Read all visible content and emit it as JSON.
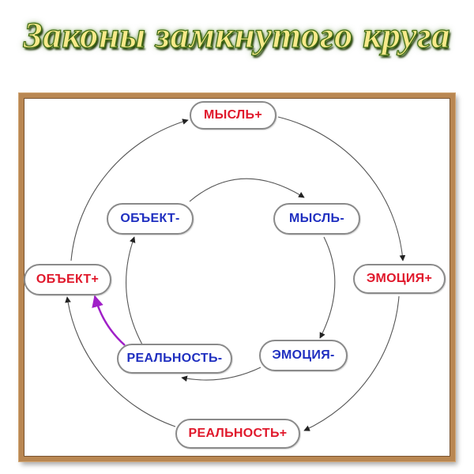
{
  "title": "Законы замкнутого круга",
  "colors": {
    "positive": "#e0182b",
    "negative": "#1f2fc0",
    "frame": "#b98752",
    "highlight_arrow": "#a020c8"
  },
  "outer_cycle": [
    {
      "id": "thought_pos",
      "label": "МЫСЛЬ+"
    },
    {
      "id": "emotion_pos",
      "label": "ЭМОЦИЯ+"
    },
    {
      "id": "reality_pos",
      "label": "РЕАЛЬНОСТЬ+"
    },
    {
      "id": "object_pos",
      "label": "ОБЪЕКТ+"
    }
  ],
  "inner_cycle": [
    {
      "id": "thought_neg",
      "label": "МЫСЛЬ-"
    },
    {
      "id": "emotion_neg",
      "label": "ЭМОЦИЯ-"
    },
    {
      "id": "reality_neg",
      "label": "РЕАЛЬНОСТЬ-"
    },
    {
      "id": "object_neg",
      "label": "ОБЪЕКТ-"
    }
  ],
  "bridge": {
    "from": "reality_neg",
    "to": "object_pos"
  }
}
